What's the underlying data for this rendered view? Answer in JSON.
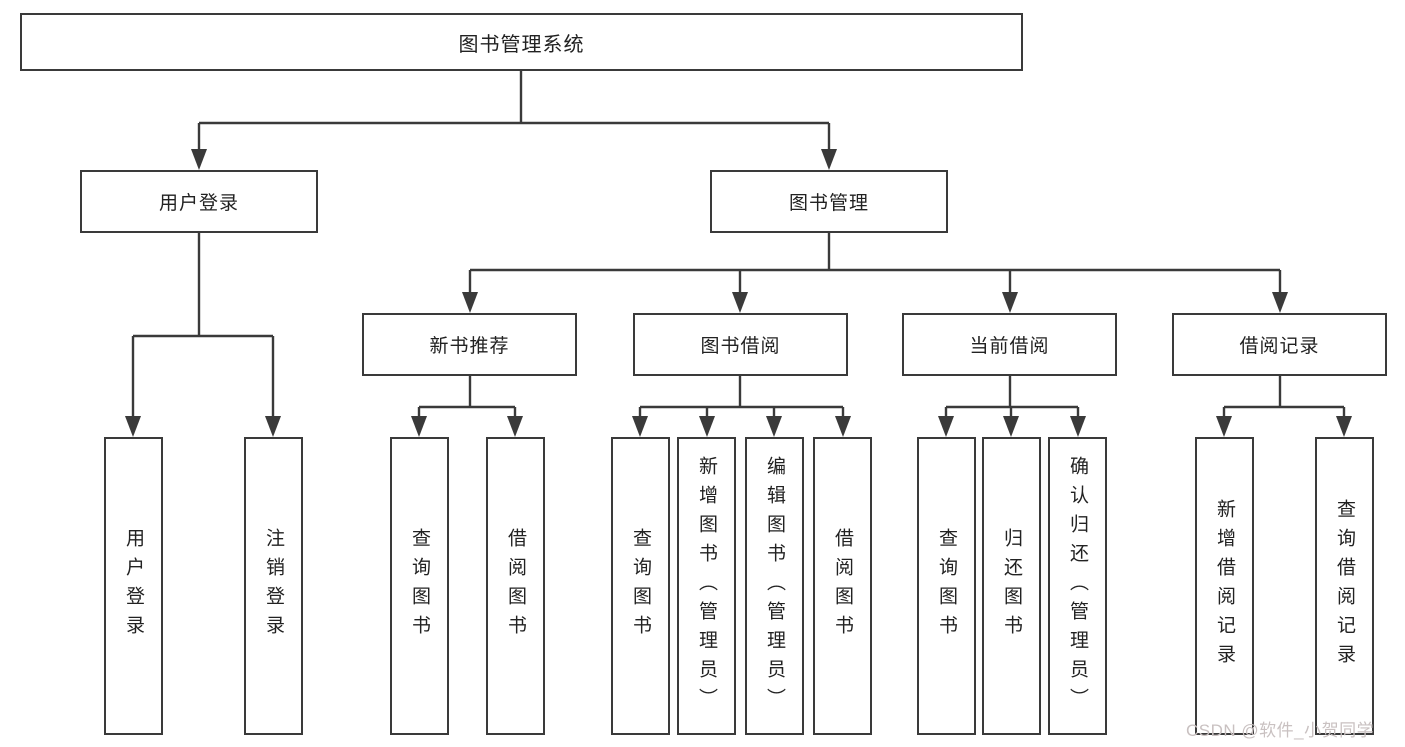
{
  "diagram": {
    "root": {
      "label": "图书管理系统"
    },
    "branches": [
      {
        "label": "用户登录",
        "children": [
          {
            "label": "用户登录"
          },
          {
            "label": "注销登录"
          }
        ]
      },
      {
        "label": "图书管理",
        "children": [
          {
            "label": "新书推荐",
            "children": [
              {
                "label": "查询图书"
              },
              {
                "label": "借阅图书"
              }
            ]
          },
          {
            "label": "图书借阅",
            "children": [
              {
                "label": "查询图书"
              },
              {
                "label": "新增图书（管理员）"
              },
              {
                "label": "编辑图书（管理员）"
              },
              {
                "label": "借阅图书"
              }
            ]
          },
          {
            "label": "当前借阅",
            "children": [
              {
                "label": "查询图书"
              },
              {
                "label": "归还图书"
              },
              {
                "label": "确认归还（管理员）"
              }
            ]
          },
          {
            "label": "借阅记录",
            "children": [
              {
                "label": "新增借阅记录"
              },
              {
                "label": "查询借阅记录"
              }
            ]
          }
        ]
      }
    ],
    "watermark": "CSDN @软件_小贺同学",
    "colors": {
      "line": "#3a3a3a",
      "text": "#222222",
      "watermark": "#c9c1c1",
      "background": "#ffffff"
    }
  }
}
